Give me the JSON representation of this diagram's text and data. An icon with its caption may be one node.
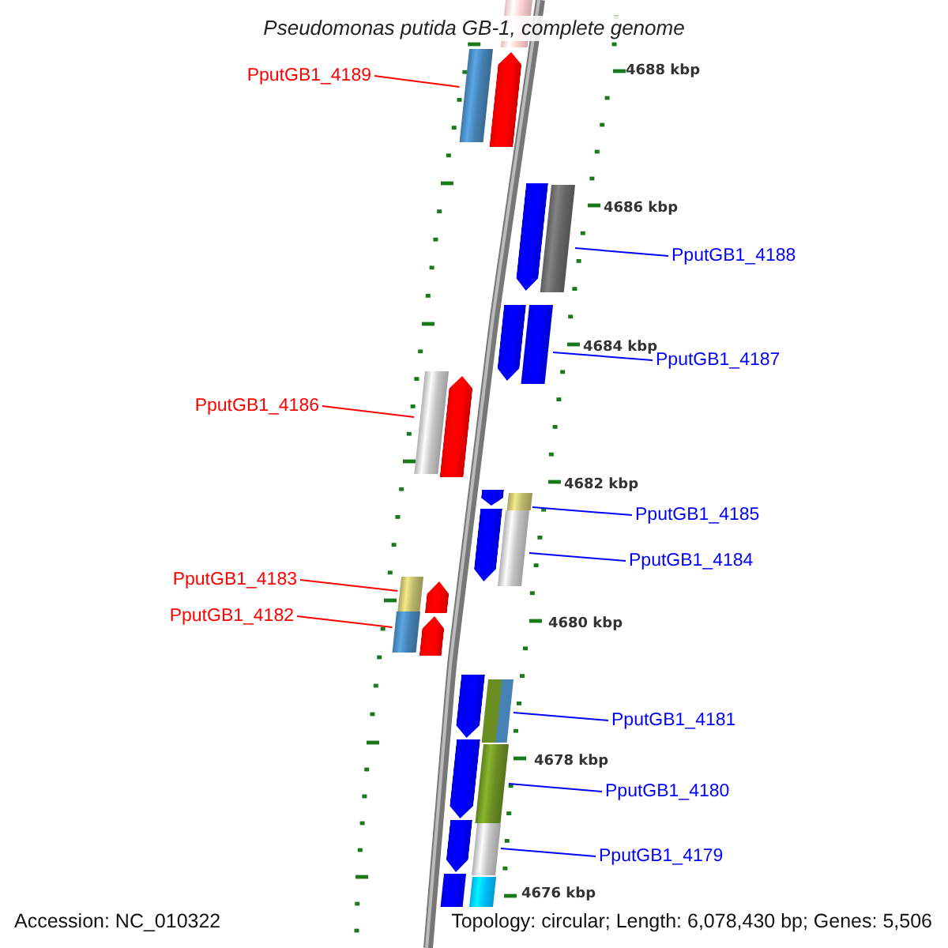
{
  "diagram": {
    "title": "Pseudomonas putida GB-1, complete genome",
    "nodes": [
      {
        "text": [],
        "shape": "bar"
      },
      {
        "text": [
          "PputGB1_4189"
        ]
      },
      {
        "text": [],
        "shape": "bar"
      },
      {
        "text": [],
        "shape": "pentagon"
      },
      {
        "text": [],
        "shape": "pentagon"
      },
      {
        "text": [],
        "shape": "bar"
      },
      {
        "text": [
          "PputGB1_4188"
        ]
      },
      {
        "text": [],
        "shape": "pentagon"
      },
      {
        "text": [],
        "shape": "bar"
      },
      {
        "text": [
          "PputGB1_4187"
        ]
      },
      {
        "text": [
          "PputGB1_4186"
        ]
      },
      {
        "text": [],
        "shape": "bar"
      },
      {
        "text": [],
        "shape": "pentagon"
      },
      {
        "text": [],
        "shape": "pentagon"
      },
      {
        "text": [],
        "shape": "bar"
      },
      {
        "text": [
          "PputGB1_4185"
        ]
      },
      {
        "text": [],
        "shape": "pentagon"
      },
      {
        "text": [],
        "shape": "bar"
      },
      {
        "text": [
          "PputGB1_4184"
        ]
      },
      {
        "text": [
          "PputGB1_4183"
        ]
      },
      {
        "text": [],
        "shape": "bar"
      },
      {
        "text": [],
        "shape": "pentagon"
      },
      {
        "text": [
          "PputGB1_4182"
        ]
      },
      {
        "text": [],
        "shape": "bar"
      },
      {
        "text": [],
        "shape": "pentagon"
      },
      {
        "text": [],
        "shape": "pentagon"
      },
      {
        "text": [],
        "shape": "bar"
      },
      {
        "text": [
          "PputGB1_4181"
        ]
      },
      {
        "text": [],
        "shape": "pentagon"
      },
      {
        "text": [],
        "shape": "bar"
      },
      {
        "text": [
          "PputGB1_4180"
        ]
      },
      {
        "text": [],
        "shape": "pentagon"
      },
      {
        "text": [],
        "shape": "bar"
      },
      {
        "text": [
          "PputGB1_4179"
        ]
      },
      {
        "text": [],
        "shape": "bar"
      },
      {
        "text": [],
        "shape": "bar"
      }
    ],
    "edges": [
      {
        "from": 1,
        "to": 2,
        "arrow": "none",
        "color": "#ff0000"
      },
      {
        "from": 6,
        "to": 5,
        "arrow": "none"
      },
      {
        "from": 9,
        "to": 8,
        "arrow": "none"
      },
      {
        "from": 10,
        "to": 11,
        "arrow": "none",
        "color": "#ff0000"
      },
      {
        "from": 15,
        "to": 14,
        "arrow": "none"
      },
      {
        "from": 18,
        "to": 17,
        "arrow": "none"
      },
      {
        "from": 19,
        "to": 20,
        "arrow": "none",
        "color": "#ff0000"
      },
      {
        "from": 22,
        "to": 23,
        "arrow": "none",
        "color": "#ff0000"
      },
      {
        "from": 27,
        "to": 26,
        "arrow": "none"
      },
      {
        "from": 30,
        "to": 29,
        "arrow": "none"
      },
      {
        "from": 33,
        "to": 32,
        "arrow": "none"
      }
    ],
    "labels": [
      "4688 kbp",
      "4686 kbp",
      "4684 kbp",
      "4682 kbp",
      "4680 kbp",
      "4678 kbp",
      "4676 kbp",
      "Accession: NC_010322",
      "Topology: circular; Length: 6,078,430 bp; Genes: 5,506"
    ]
  }
}
